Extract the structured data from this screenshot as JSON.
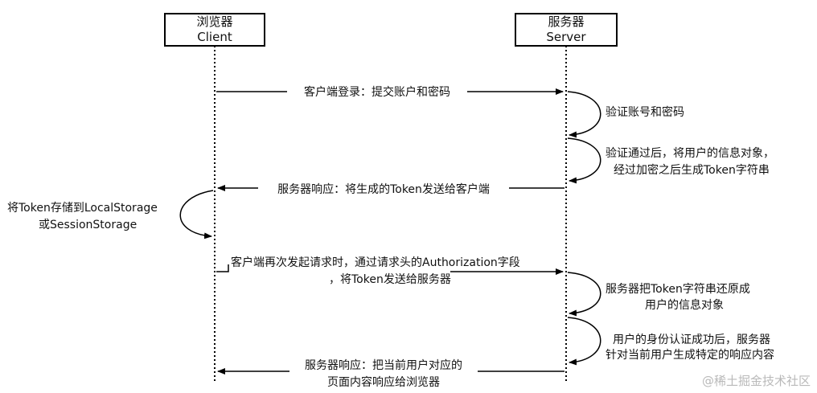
{
  "participants": {
    "client": {
      "line1": "浏览器",
      "line2": "Client"
    },
    "server": {
      "line1": "服务器",
      "line2": "Server"
    }
  },
  "messages": {
    "login": "客户端登录：提交账户和密码",
    "verify": "验证账号和密码",
    "gen_token_1": "验证通过后，将用户的信息对象，",
    "gen_token_2": "经过加密之后生成Token字符串",
    "response_token": "服务器响应：将生成的Token发送给客户端",
    "store_1": "将Token存储到LocalStorage",
    "store_2": "或SessionStorage",
    "request_1": "客户端再次发起请求时，通过请求头的Authorization字段",
    "request_2": "，将Token发送给服务器",
    "restore_1": "服务器把Token字符串还原成",
    "restore_2": "用户的信息对象",
    "auth_1": "用户的身份认证成功后，服务器",
    "auth_2": "针对当前用户生成特定的响应内容",
    "response_page_1": "服务器响应：把当前用户对应的",
    "response_page_2": "页面内容响应给浏览器"
  },
  "watermark": "@稀土掘金技术社区"
}
